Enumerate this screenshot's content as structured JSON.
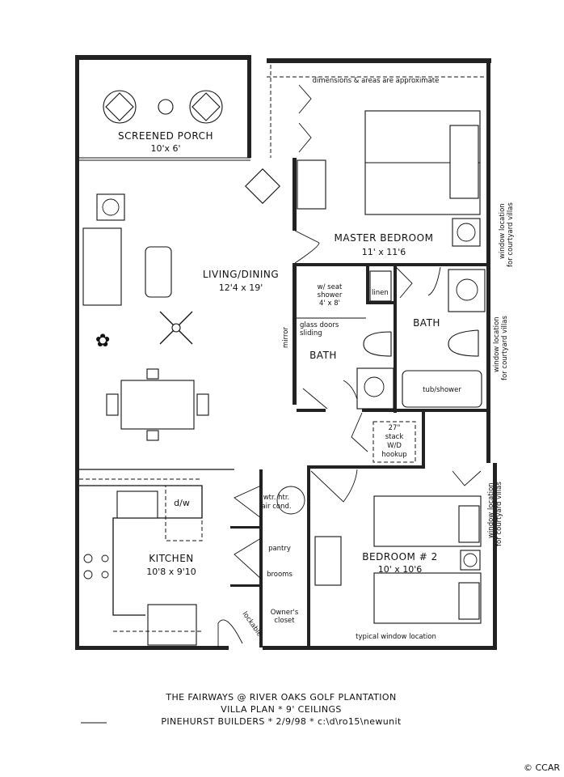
{
  "rooms": {
    "porch": {
      "name": "SCREENED PORCH",
      "size": "10'x 6'"
    },
    "master": {
      "name": "MASTER BEDROOM",
      "size": "11' x 11'6"
    },
    "living": {
      "name": "LIVING/DINING",
      "size": "12'4 x 19'"
    },
    "bath1": {
      "name": "BATH"
    },
    "bath2": {
      "name": "BATH"
    },
    "kitchen": {
      "name": "KITCHEN",
      "size": "10'8 x 9'10"
    },
    "bedroom2": {
      "name": "BEDROOM # 2",
      "size": "10' x 10'6"
    }
  },
  "notes": {
    "approx": "dimensions & areas are approximate",
    "mirror": "mirror",
    "shower": [
      "w/ seat",
      "shower",
      "4' x 8'"
    ],
    "linen": "linen",
    "glass_doors": [
      "glass doors",
      "sliding"
    ],
    "tub": "tub/shower",
    "wd": [
      "27\"",
      "stack",
      "W/D",
      "hookup"
    ],
    "wtr": [
      "wtr. htr.",
      "air cond."
    ],
    "dw": "d/w",
    "pantry": "pantry",
    "brooms": "brooms",
    "owners": [
      "Owner's",
      "closet"
    ],
    "lockable": "lockable",
    "typical_window": "typical window location",
    "window_courtyard": [
      "window location",
      "for courtyard villas"
    ]
  },
  "title_block": {
    "line1": "THE FAIRWAYS @ RIVER OAKS GOLF PLANTATION",
    "line2": "VILLA PLAN *  9' CEILINGS",
    "line3": "PINEHURST BUILDERS * 2/9/98 * c:\\d\\ro15\\newunit"
  },
  "copyright": "© CCAR"
}
